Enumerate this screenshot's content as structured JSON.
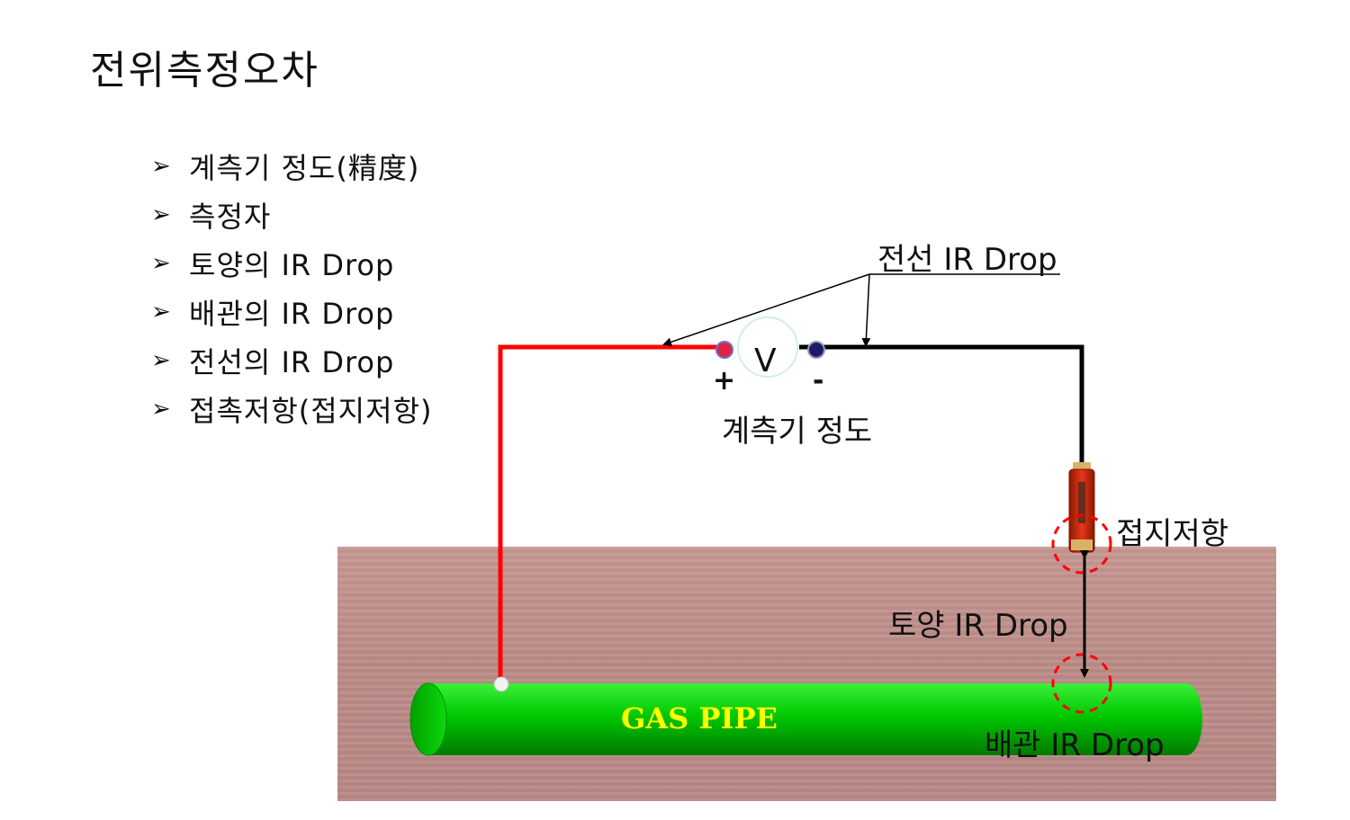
{
  "title": "전위측정오차",
  "bullets": [
    "계측기 정도(精度)",
    "측정자",
    "토양의 IR Drop",
    "배관의 IR Drop",
    "전선의 IR Drop",
    "접촉저항(접지저항)"
  ],
  "bullet_icon": "arrowhead-bullet-icon",
  "labels": {
    "wire_ir_drop": "전선 IR Drop",
    "meter_label": "V",
    "meter_plus": "+",
    "meter_minus": "-",
    "meter_accuracy": "계측기 정도",
    "ground_resistance": "접지저항",
    "soil_ir_drop": "토양 IR Drop",
    "pipe_ir_drop": "배관 IR Drop",
    "gas_pipe": "GAS PIPE"
  },
  "colors": {
    "positive_wire": "#ff0000",
    "negative_wire": "#000000",
    "pipe": "#00cc00",
    "pipe_text": "#ffff00",
    "soil": "#c0908c",
    "marker_circle": "#ff0000"
  }
}
